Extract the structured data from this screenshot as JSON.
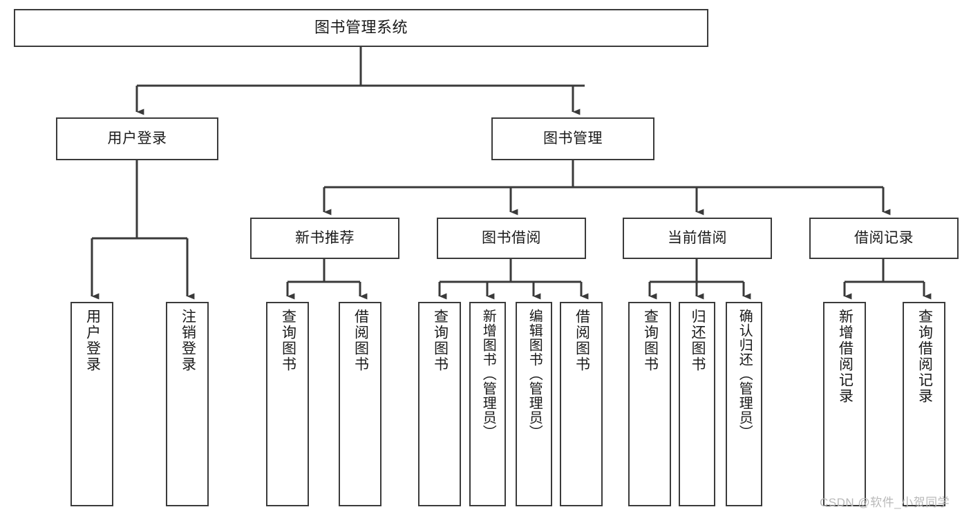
{
  "diagram": {
    "title": "图书管理系统",
    "type": "hierarchy-tree",
    "colors": {
      "node_border": "#3a3a3a",
      "node_fill": "#ffffff",
      "connector": "#3a3a3a",
      "text": "#1a1a1a",
      "watermark": "#b9b9b9",
      "background": "#ffffff"
    },
    "levels": 4
  },
  "root": {
    "label": "图书管理系统"
  },
  "level2": [
    {
      "label": "用户登录"
    },
    {
      "label": "图书管理"
    }
  ],
  "level3": [
    {
      "label": "新书推荐"
    },
    {
      "label": "图书借阅"
    },
    {
      "label": "当前借阅"
    },
    {
      "label": "借阅记录"
    }
  ],
  "leaves": {
    "user_login": [
      {
        "label": "用户登录"
      },
      {
        "label": "注销登录"
      }
    ],
    "new_book_recommend": [
      {
        "label": "查询图书"
      },
      {
        "label": "借阅图书"
      }
    ],
    "book_borrow": [
      {
        "label": "查询图书"
      },
      {
        "label": "新增图书（管理员）"
      },
      {
        "label": "编辑图书（管理员）"
      },
      {
        "label": "借阅图书"
      }
    ],
    "current_borrow": [
      {
        "label": "查询图书"
      },
      {
        "label": "归还图书"
      },
      {
        "label": "确认归还（管理员）"
      }
    ],
    "borrow_record": [
      {
        "label": "新增借阅记录"
      },
      {
        "label": "查询借阅记录"
      }
    ]
  },
  "watermark": {
    "text": "CSDN @软件_小贺同学"
  }
}
